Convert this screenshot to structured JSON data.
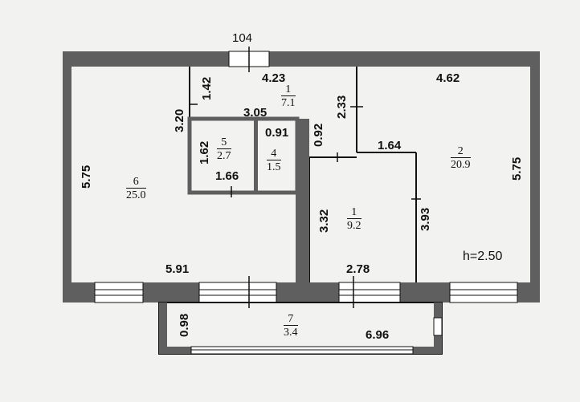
{
  "plan": {
    "top_label": "104",
    "ceiling_height": "h=2.50",
    "colors": {
      "wall": "#5f5f5f",
      "line": "#111111",
      "background": "#f2f2f0",
      "window": "#ffffff"
    }
  },
  "dimensions": {
    "d_4_23": "4.23",
    "d_4_62": "4.62",
    "d_1_42": "1.42",
    "d_3_20": "3.20",
    "d_3_05": "3.05",
    "d_2_33": "2.33",
    "d_0_91": "0.91",
    "d_0_92": "0.92",
    "d_1_62": "1.62",
    "d_1_66": "1.66",
    "d_1_64": "1.64",
    "d_5_75_left": "5.75",
    "d_5_75_right": "5.75",
    "d_3_32": "3.32",
    "d_3_93": "3.93",
    "d_5_91": "5.91",
    "d_2_78": "2.78",
    "d_0_98": "0.98",
    "d_6_96": "6.96"
  },
  "rooms": [
    {
      "number": "1",
      "area": "7.1"
    },
    {
      "number": "2",
      "area": "20.9"
    },
    {
      "number": "1",
      "area": "9.2"
    },
    {
      "number": "4",
      "area": "1.5"
    },
    {
      "number": "5",
      "area": "2.7"
    },
    {
      "number": "6",
      "area": "25.0"
    },
    {
      "number": "7",
      "area": "3.4"
    }
  ]
}
